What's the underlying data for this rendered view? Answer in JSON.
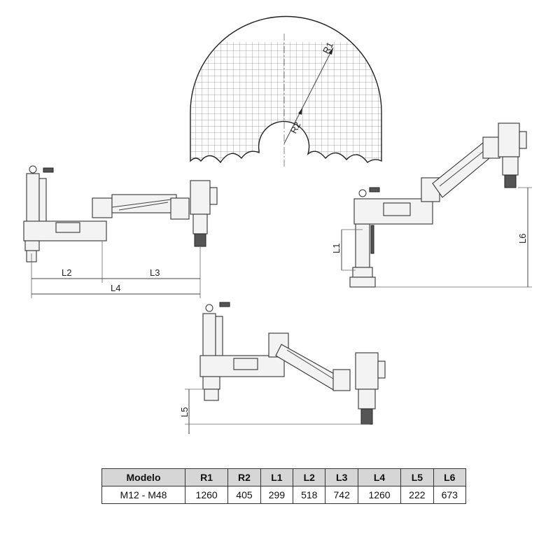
{
  "dimension_labels": {
    "r1": "R1",
    "r2": "R2",
    "l1": "L1",
    "l2": "L2",
    "l3": "L3",
    "l4": "L4",
    "l5": "L5",
    "l6": "L6"
  },
  "table": {
    "headers": [
      "Modelo",
      "R1",
      "R2",
      "L1",
      "L2",
      "L3",
      "L4",
      "L5",
      "L6"
    ],
    "rows": [
      [
        "M12 - M48",
        "1260",
        "405",
        "299",
        "518",
        "742",
        "1260",
        "222",
        "673"
      ]
    ]
  },
  "colors": {
    "header_bg": "#d6d6d6",
    "line": "#333333"
  }
}
